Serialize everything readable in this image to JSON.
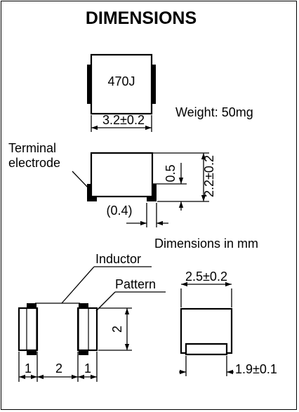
{
  "title": "DIMENSIONS",
  "top_view": {
    "marking": "470J",
    "width_dim": "3.2±0.2"
  },
  "weight": "Weight: 50mg",
  "side_view": {
    "callout": "Terminal\nelectrode",
    "electrode_height": "0.5",
    "total_height": "2.2±0.2",
    "electrode_length": "(0.4)"
  },
  "units_note": "Dimensions in mm",
  "land_pattern": {
    "label_inductor": "Inductor",
    "label_pattern": "Pattern",
    "pad_height": "2",
    "pad_left_width": "1",
    "gap_width": "2",
    "pad_right_width": "1"
  },
  "end_view": {
    "width_dim": "2.5±0.2",
    "electrode_dim": "1.9±0.1"
  }
}
